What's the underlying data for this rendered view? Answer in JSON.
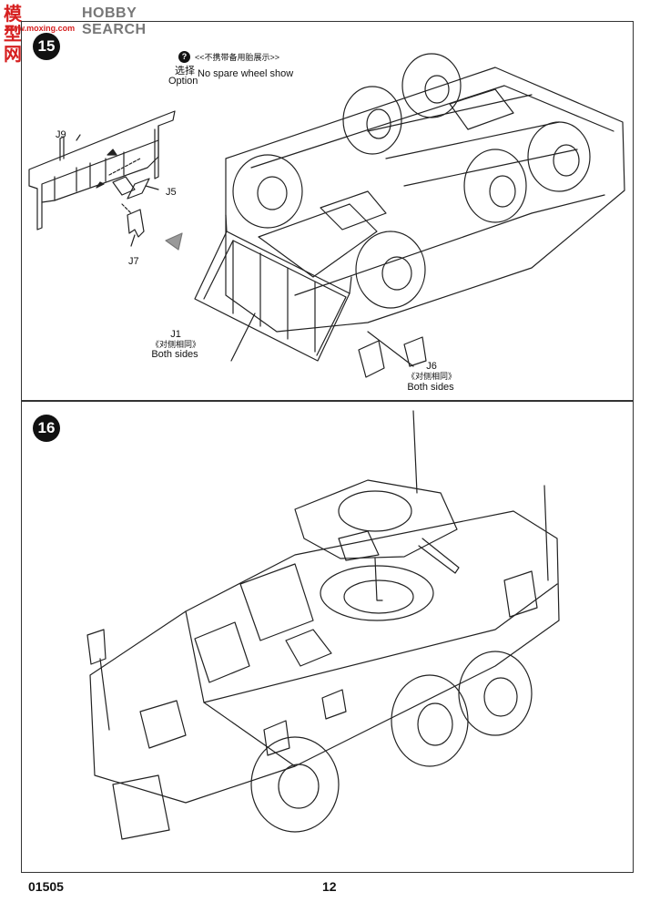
{
  "watermark": {
    "logo": "模型网",
    "text": "HOBBY SEARCH",
    "url": "www.moxing.com"
  },
  "steps": [
    {
      "number": "15",
      "option_zh": "选择",
      "option_en": "Option",
      "note_zh": "<<不携带备用胎展示>>",
      "note_en": "No spare wheel  show",
      "parts": {
        "j9": "J9",
        "j5": "J5",
        "j7": "J7",
        "j1": "J1",
        "j1_note_zh": "《对侧相同》",
        "j1_note_en": "Both sides",
        "j6": "J6",
        "j6_note_zh": "《对侧相同》",
        "j6_note_en": "Both sides"
      }
    },
    {
      "number": "16"
    }
  ],
  "footer": {
    "code": "01505",
    "page": "12"
  }
}
